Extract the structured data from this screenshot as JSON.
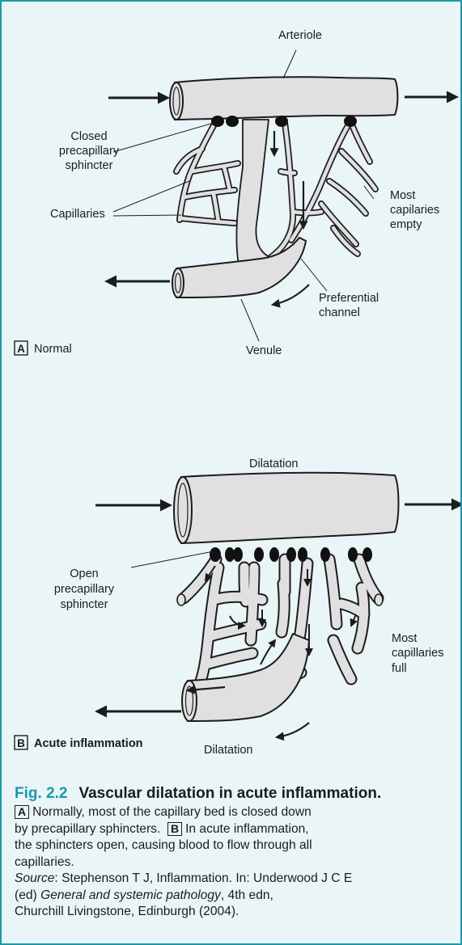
{
  "colors": {
    "background": "#e9f5f7",
    "border": "#1b9aaa",
    "accent": "#1b9aaa",
    "vessel_fill": "#e0e0e0",
    "vessel_stroke": "#1c1c1c"
  },
  "panel_a": {
    "key": "A",
    "title": "Normal",
    "labels": {
      "arteriole": "Arteriole",
      "closed_1": "Closed",
      "closed_2": "precapillary",
      "closed_3": "sphincter",
      "capillaries": "Capillaries",
      "empty_1": "Most",
      "empty_2": "capilaries",
      "empty_3": "empty",
      "pref_1": "Preferential",
      "pref_2": "channel",
      "venule": "Venule"
    }
  },
  "panel_b": {
    "key": "B",
    "title": "Acute inflammation",
    "labels": {
      "dilatation_top": "Dilatation",
      "open_1": "Open",
      "open_2": "precapillary",
      "open_3": "sphincter",
      "full_1": "Most",
      "full_2": "capillaries",
      "full_3": "full",
      "dilatation_bottom": "Dilatation"
    }
  },
  "caption": {
    "fig_number": "Fig. 2.2",
    "fig_title": "Vascular dilatation in acute inflammation.",
    "key_a": "A",
    "text_a_1": "Normally, most of the capillary bed is closed down",
    "text_a_2": "by precapillary sphincters.",
    "key_b": "B",
    "text_b_1": "In acute inflammation,",
    "text_b_2": "the sphincters open, causing blood to flow through all",
    "text_b_3": "capillaries.",
    "source_label": "Source",
    "source_1": ": Stephenson T J, Inflammation. In: Underwood J C E",
    "source_2a": "(ed) ",
    "source_2_title": "General and systemic pathology",
    "source_2b": ", 4th edn,",
    "source_3": "Churchill Livingstone, Edinburgh (2004)."
  }
}
